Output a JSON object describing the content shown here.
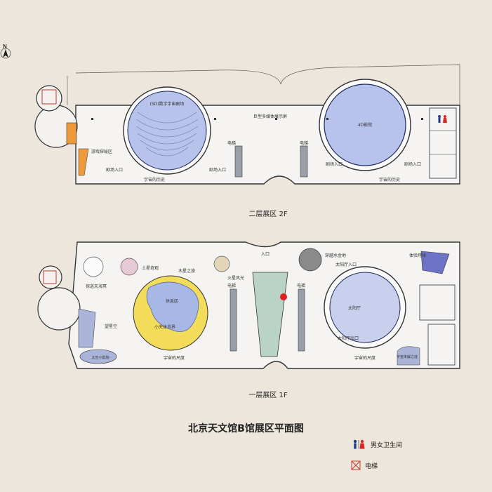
{
  "title": "北京天文馆B馆展区平面图",
  "north_label": "N",
  "legend": {
    "toilet": "男女卫生间",
    "elevator": "电梯"
  },
  "floor2": {
    "title": "二层展区 2F",
    "labels": {
      "digital_theater": "(SD)数字宇宙剧场",
      "giant_screen": "巨型多媒体展示屏",
      "theater_4d": "4D影院",
      "game_zone": "游戏探秘区",
      "theater_entry_1": "剧场入口",
      "theater_entry_2": "剧场入口",
      "theater_entry_3": "剧场入口",
      "theater_entry_4": "剧场入口",
      "history_1": "宇宙的历史",
      "history_2": "宇宙的历史",
      "elevator_1": "电梯",
      "elevator_2": "电梯"
    }
  },
  "floor1": {
    "title": "一层展区 1F",
    "labels": {
      "entrance": "入口",
      "saturn": "土星奇观",
      "jupiter": "木星之旅",
      "mars": "火星风光",
      "mercury": "穿越水金地",
      "sun_hall_entry": "太阳厅入口",
      "moon": "体验月球",
      "deep_sky": "探巡天海冥",
      "rest_area": "休息区",
      "small_bodies": "小天体世界",
      "sun_hall": "太阳厅",
      "sun_hall_exit": "太阳厅出口",
      "stargazing": "望星空",
      "small_theater": "太空小影院",
      "scale_1": "宇宙的尺度",
      "scale_2": "宇宙的尺度",
      "mysteries": "宇宙未解之谜",
      "elevator_1": "电梯",
      "elevator_2": "电梯"
    }
  },
  "colors": {
    "toilet_male": "#1f3a8a",
    "toilet_female": "#d62828",
    "elevator_marker": "#e11d1d",
    "rest_area_yellow": "#f2dc5a",
    "rest_area_blue": "#a7b7e6",
    "theater_fill": "#b7c3ea",
    "corridor_green": "#b9d3c7",
    "stair_orange": "#ef9a3a"
  }
}
